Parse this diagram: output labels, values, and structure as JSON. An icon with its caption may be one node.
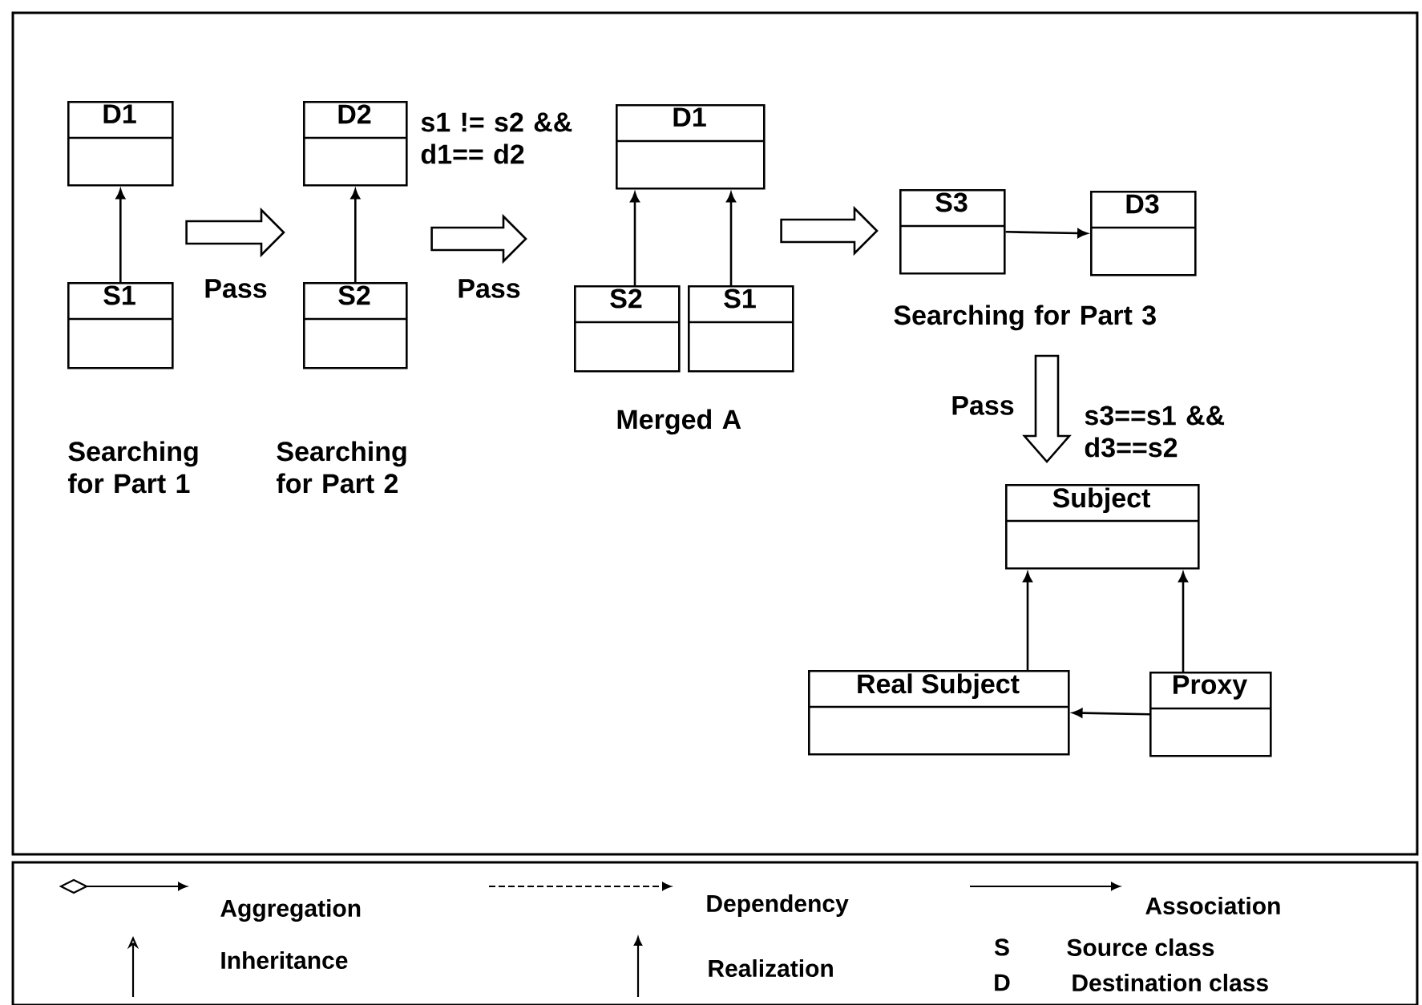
{
  "diagram": {
    "nodes": [
      {
        "text": [
          "D1"
        ]
      },
      {
        "text": [
          "S1"
        ]
      },
      {
        "text": [
          "D2"
        ]
      },
      {
        "text": [
          "S2"
        ]
      },
      {
        "text": [
          "D1"
        ]
      },
      {
        "text": [
          "S2"
        ]
      },
      {
        "text": [
          "S1"
        ]
      },
      {
        "text": [
          "S3"
        ]
      },
      {
        "text": [
          "D3"
        ]
      },
      {
        "text": [
          "Subject"
        ]
      },
      {
        "text": [
          "Real Subject"
        ]
      },
      {
        "text": [
          "Proxy"
        ]
      }
    ],
    "edges": [
      {
        "from": 1,
        "to": 0,
        "arrow": "to"
      },
      {
        "from": 1,
        "to": 3,
        "arrow": "to",
        "style": "thick",
        "label": "Pass"
      },
      {
        "from": 3,
        "to": 2,
        "arrow": "to"
      },
      {
        "from": 3,
        "to": 5,
        "arrow": "to",
        "style": "thick",
        "label": "Pass"
      },
      {
        "from": 5,
        "to": 4,
        "arrow": "to"
      },
      {
        "from": 6,
        "to": 4,
        "arrow": "to"
      },
      {
        "from": 6,
        "to": 7,
        "arrow": "to",
        "style": "thick"
      },
      {
        "from": 7,
        "to": 8,
        "arrow": "to"
      },
      {
        "from": 8,
        "to": 9,
        "arrow": "to",
        "style": "thick",
        "label": "Pass"
      },
      {
        "from": 10,
        "to": 9,
        "arrow": "to"
      },
      {
        "from": 11,
        "to": 9,
        "arrow": "to"
      },
      {
        "from": 11,
        "to": 10,
        "arrow": "to"
      }
    ],
    "labels": [
      "s1 != s2 && d1== d2",
      "Searching for Part 1",
      "Searching for Part 2",
      "Merged A",
      "Searching for Part 3",
      "s3==s1 && d3==s2",
      "S",
      "D"
    ],
    "legend": [
      {
        "text": "Aggregation"
      },
      {
        "text": "Dependency"
      },
      {
        "text": "Association"
      },
      {
        "text": "Inheritance"
      },
      {
        "text": "Realization"
      },
      {
        "text": "Source class"
      },
      {
        "text": "Destination class"
      }
    ]
  }
}
